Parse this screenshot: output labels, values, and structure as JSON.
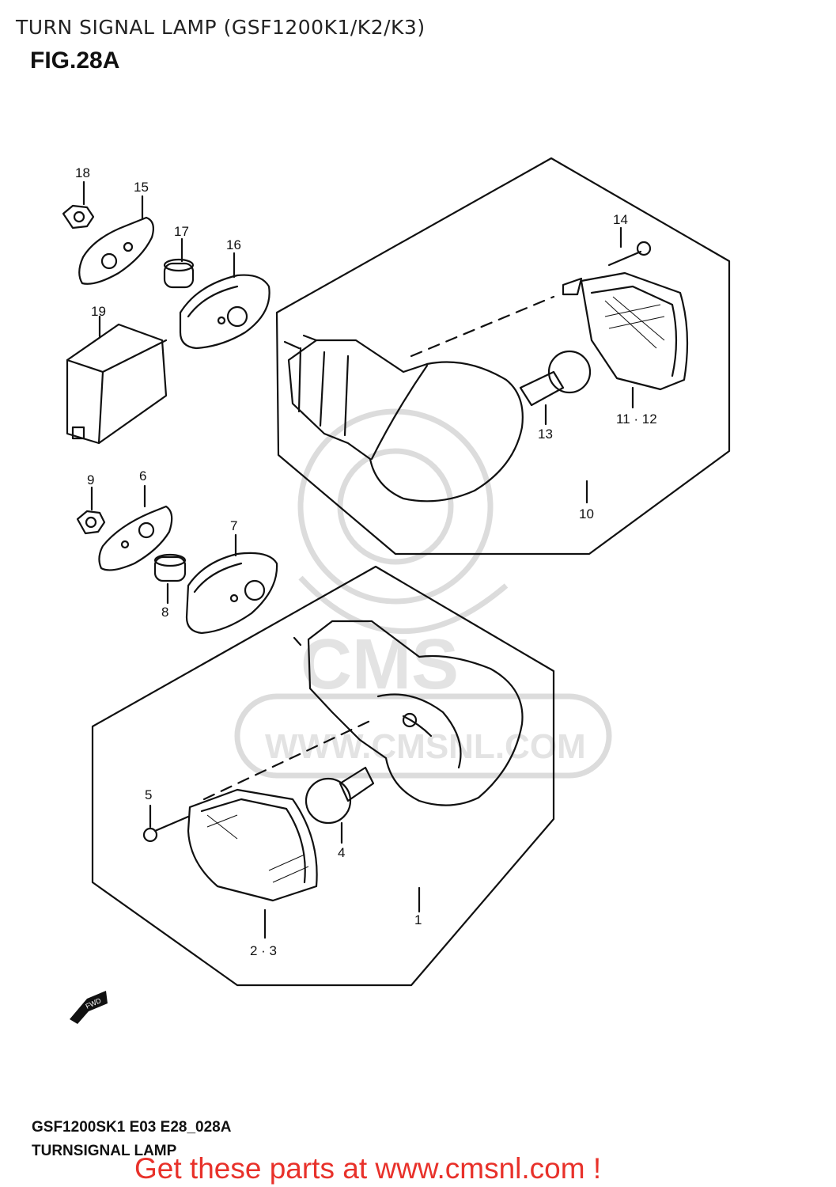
{
  "header": {
    "title": "TURN SIGNAL LAMP (GSF1200K1/K2/K3)",
    "figure": "FIG.28A"
  },
  "watermark": {
    "text": "WWW.CMSNL.COM",
    "logo_text": "CMS"
  },
  "callouts": {
    "c18": "18",
    "c15": "15",
    "c17": "17",
    "c16": "16",
    "c19": "19",
    "c14": "14",
    "c13": "13",
    "c11_12": "11 · 12",
    "c10": "10",
    "c9": "9",
    "c6": "6",
    "c7": "7",
    "c8": "8",
    "c5": "5",
    "c4": "4",
    "c1": "1",
    "c2_3": "2 · 3"
  },
  "fwd_label": "FWD",
  "footer": {
    "code": "GSF1200SK1 E03 E28_028A",
    "name": "TURNSIGNAL LAMP",
    "link": "Get these parts at www.cmsnl.com !"
  },
  "colors": {
    "line": "#111111",
    "watermark": "#d9d9d9",
    "link": "#e8312a"
  }
}
